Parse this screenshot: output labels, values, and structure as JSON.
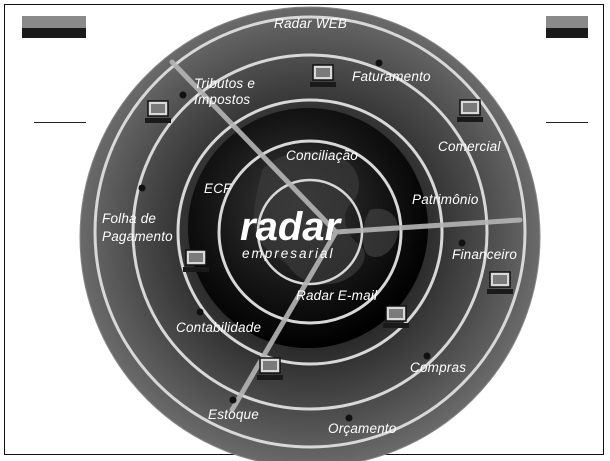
{
  "brand": {
    "name": "radar",
    "tagline": "empresarial"
  },
  "rings": {
    "outer": [
      "Radar WEB",
      "Tributos e",
      "Impostos",
      "Folha de",
      "Pagamento",
      "Estoque",
      "Orçamento",
      "Compras",
      "Financeiro",
      "Comercial",
      "Faturamento",
      "Contabilidade"
    ],
    "inner": [
      "Conciliação",
      "ECF",
      "Patrimônio",
      "Radar E-mail"
    ]
  },
  "labels": {
    "radar_web": "Radar WEB",
    "faturamento": "Faturamento",
    "tributos_1": "Tributos e",
    "tributos_2": "Impostos",
    "comercial": "Comercial",
    "conciliacao": "Conciliação",
    "ecf": "ECF",
    "patrimonio": "Patrimônio",
    "folha_1": "Folha de",
    "folha_2": "Pagamento",
    "financeiro": "Financeiro",
    "radar_email": "Radar E-mail",
    "contabilidade": "Contabilidade",
    "compras": "Compras",
    "estoque": "Estoque",
    "orcamento": "Orçamento"
  },
  "icons": [
    "computer-icon",
    "computer-icon",
    "computer-icon",
    "computer-icon",
    "computer-icon",
    "computer-icon",
    "computer-icon"
  ],
  "colors": {
    "outer_disc": "#4a4a4a",
    "ring_line": "#d8d8d8",
    "core": "#0e0e0e",
    "beam": "#b5b5b5"
  }
}
